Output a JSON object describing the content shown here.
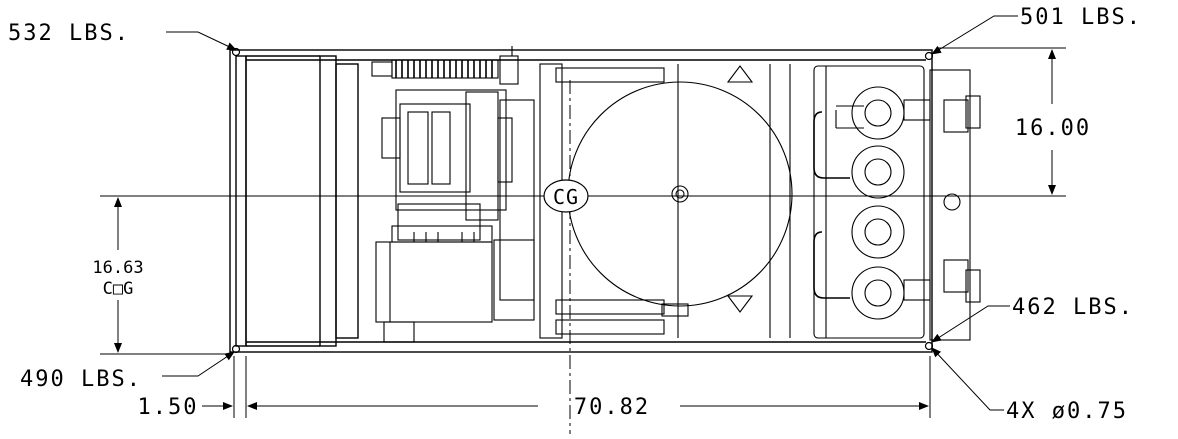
{
  "weights": {
    "top_left": "532 LBS.",
    "top_right": "501 LBS.",
    "bottom_left": "490 LBS.",
    "bottom_right": "462 LBS."
  },
  "dimensions": {
    "height_right": "16.00",
    "cog_distance": "16.63",
    "cog_label": "C□G",
    "left_offset": "1.50",
    "overall_length": "70.82",
    "holes": "4X ø0.75"
  },
  "center_label": "CG"
}
